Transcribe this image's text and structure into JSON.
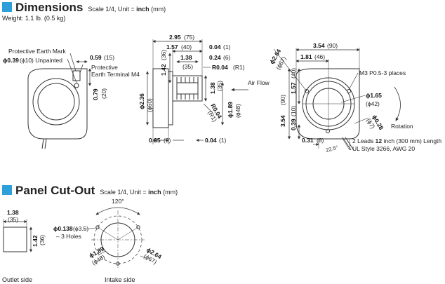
{
  "dimensions": {
    "title": "Dimensions",
    "scale_prefix": "Scale 1/4, Unit = ",
    "scale_unit": "inch",
    "scale_suffix": " (mm)",
    "weight": "Weight: 1.1 lb. (0.5 kg)",
    "left": {
      "earth_mark": "Protective Earth Mark",
      "hole_dia": "ϕ0.39",
      "hole_dia_mm": "(ϕ10) Unpainted",
      "terminal_1": "Protective",
      "terminal_2": "Earth Terminal M4",
      "d059": "0.59",
      "d059_mm": "(15)",
      "d079": "0.79",
      "d079_mm": "(20)"
    },
    "side": {
      "d295": "2.95",
      "d295_mm": "(75)",
      "d157": "1.57",
      "d157_mm": "(40)",
      "d004a": "0.04",
      "d004a_mm": "(1)",
      "d142": "1.42",
      "d142_mm": "(36)",
      "d138": "1.38",
      "d138_mm": "(35)",
      "d024": "0.24",
      "d024_mm": "(6)",
      "r004": "R0.04",
      "r004_mm": "(R1)",
      "d138v": "1.38",
      "d138v_mm": "(35)",
      "d236": "ϕ2.36",
      "d236_mm": "(ϕ60)",
      "r004b": "R0.04",
      "r004b_mm": "(R1)",
      "d189": "ϕ1.89",
      "d189_mm": "(ϕ48)",
      "d035": "0.35",
      "d035_mm": "(9)",
      "d004b": "0.04",
      "d004b_mm": "(1)",
      "airflow": "Air Flow"
    },
    "right": {
      "d264": "ϕ2.64",
      "d264_mm": "(ϕ67)",
      "d354": "3.54",
      "d354_mm": "(90)",
      "d181": "1.81",
      "d181_mm": "(46)",
      "m3": "M3 P0.5-3 places",
      "d157": "1.57",
      "d157_mm": "(40)",
      "d354v": "3.54",
      "d354v_mm": "(90)",
      "d039": "0.39",
      "d039_mm": "(10)",
      "d165": "ϕ1.65",
      "d165_mm": "(ϕ42)",
      "d028": "ϕ0.28",
      "d028_mm": "(ϕ7)",
      "rotation": "Rotation",
      "d031": "0.31",
      "d031_mm": "(8)",
      "leads_pre": "2 Leads ",
      "leads_bold": "12",
      "leads_post": " inch (300 mm) Length",
      "ul": "UL Style 3266, AWG 20",
      "angle": "22.5°"
    }
  },
  "panel": {
    "title": "Panel Cut-Out",
    "scale_prefix": "Scale 1/4, Unit = ",
    "scale_unit": "inch",
    "scale_suffix": " (mm)",
    "outlet": {
      "d138": "1.38",
      "d138_mm": "(35)",
      "d142": "1.42",
      "d142_mm": "(36)",
      "caption": "Outlet side"
    },
    "intake": {
      "angle": "120°",
      "hole": "ϕ0.138",
      "hole_mm": "(ϕ3.5)",
      "holes": "– 3 Holes",
      "d189": "ϕ1.89",
      "d189_mm": "(ϕ48)",
      "d264": "ϕ2.64",
      "d264_mm": "(ϕ67)",
      "caption": "Intake side"
    }
  },
  "colors": {
    "accent": "#2e9fd8",
    "line": "#333333"
  }
}
